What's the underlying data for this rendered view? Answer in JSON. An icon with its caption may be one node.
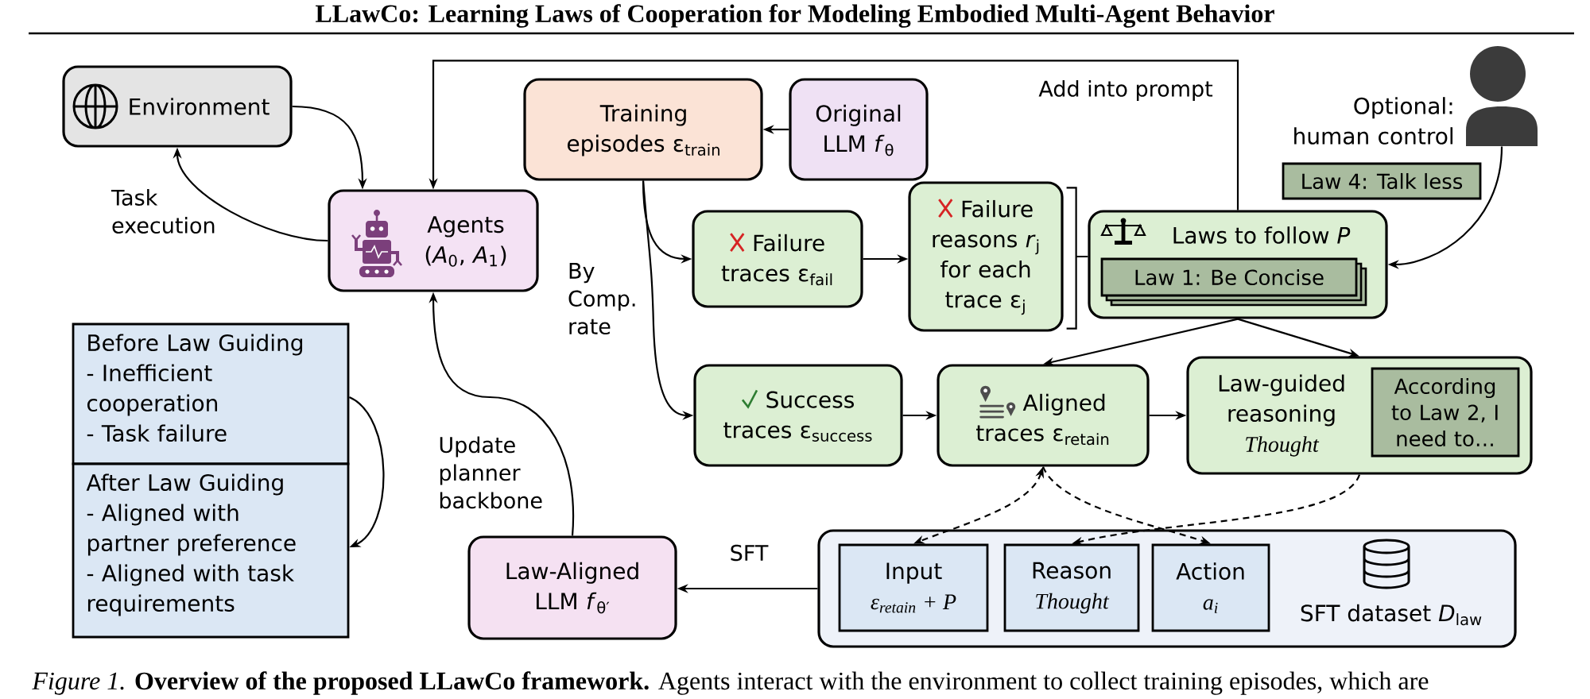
{
  "diagram": {
    "title": "LLawCo: Learning Laws of Cooperation for Modeling Embodied Multi-Agent Behavior",
    "caption": "*Figure 1.* **Overview of the proposed LLawCo framework.** Agents interact with the environment to collect training episodes, which are",
    "nodes": [
      {
        "text": [
          "Environment"
        ]
      },
      {
        "text": [
          "Agents (*A*$_{0}$, *A*$_{1}$)"
        ]
      },
      {
        "text": [
          "Training episodes ε$_{train}$"
        ]
      },
      {
        "text": [
          "Original LLM *f*$_{θ}$"
        ]
      },
      {
        "text": [
          "Failure traces ε$_{fail}$"
        ]
      },
      {
        "text": [
          "Failure reasons *r*$_{j}$ for each trace ε$_{j}$"
        ]
      },
      {
        "text": [
          "Laws to follow *P*"
        ]
      },
      {
        "text": [
          "Law 1: Be Concise"
        ],
        "in": 6
      },
      {
        "text": [],
        "shape": "person",
        "beside": [
          "Optional: human control"
        ]
      },
      {
        "text": [
          "Law 4: Talk less"
        ]
      },
      {
        "text": [
          "Success traces ε$_{success}$"
        ]
      },
      {
        "text": [
          "Aligned traces ε$_{retain}$"
        ]
      },
      {
        "text": [
          "Law-guided reasoning",
          "Thought"
        ]
      },
      {
        "text": [
          "According to Law 2, I need to…"
        ],
        "in": 12
      },
      {
        "text": [
          "Before Law Guiding",
          "- Inefficient cooperation",
          "- Task failure"
        ]
      },
      {
        "text": [
          "After Law Guiding",
          "- Aligned with partner preference",
          "- Aligned with task requirements"
        ]
      },
      {
        "text": [
          "Law-Aligned LLM *f*$_{θ′}$"
        ]
      },
      {
        "text": [
          "SFT dataset *D*$_{law}$"
        ]
      },
      {
        "text": [
          "Input",
          "ε$_{retain}$ + P"
        ],
        "in": 17
      },
      {
        "text": [
          "Reason",
          "Thought"
        ],
        "in": 17
      },
      {
        "text": [
          "Action",
          "a$_{i}$"
        ],
        "in": 17
      }
    ],
    "edges": [
      {
        "from": 0,
        "to": 1,
        "arrow": "to"
      },
      {
        "from": 1,
        "to": 0,
        "arrow": "to",
        "label": "Task execution"
      },
      {
        "from": 3,
        "to": 2,
        "arrow": "to"
      },
      {
        "from": 2,
        "to": 4,
        "arrow": "to"
      },
      {
        "from": 2,
        "to": 10,
        "arrow": "to",
        "label": "By Comp. rate"
      },
      {
        "from": 4,
        "to": 5,
        "arrow": "to"
      },
      {
        "from": 5,
        "to": 6,
        "arrow": "none"
      },
      {
        "from": 6,
        "to": 11,
        "arrow": "to"
      },
      {
        "from": 6,
        "to": 12,
        "arrow": "to"
      },
      {
        "from": 8,
        "to": 6,
        "arrow": "to"
      },
      {
        "from": 10,
        "to": 11,
        "arrow": "to"
      },
      {
        "from": 11,
        "to": 12,
        "arrow": "to"
      },
      {
        "from": 6,
        "to": 1,
        "arrow": "to",
        "label": "Add into prompt"
      },
      {
        "from": 16,
        "to": 1,
        "arrow": "to",
        "label": "Update planner backbone"
      },
      {
        "from": 17,
        "to": 16,
        "arrow": "to",
        "label": "SFT"
      },
      {
        "from": 11,
        "to": 18,
        "arrow": "both",
        "style": "dashed"
      },
      {
        "from": 11,
        "to": 20,
        "arrow": "to",
        "style": "dashed"
      },
      {
        "from": 12,
        "to": 19,
        "arrow": "to",
        "style": "dashed"
      },
      {
        "from": 14,
        "to": 15,
        "arrow": "to"
      }
    ]
  }
}
